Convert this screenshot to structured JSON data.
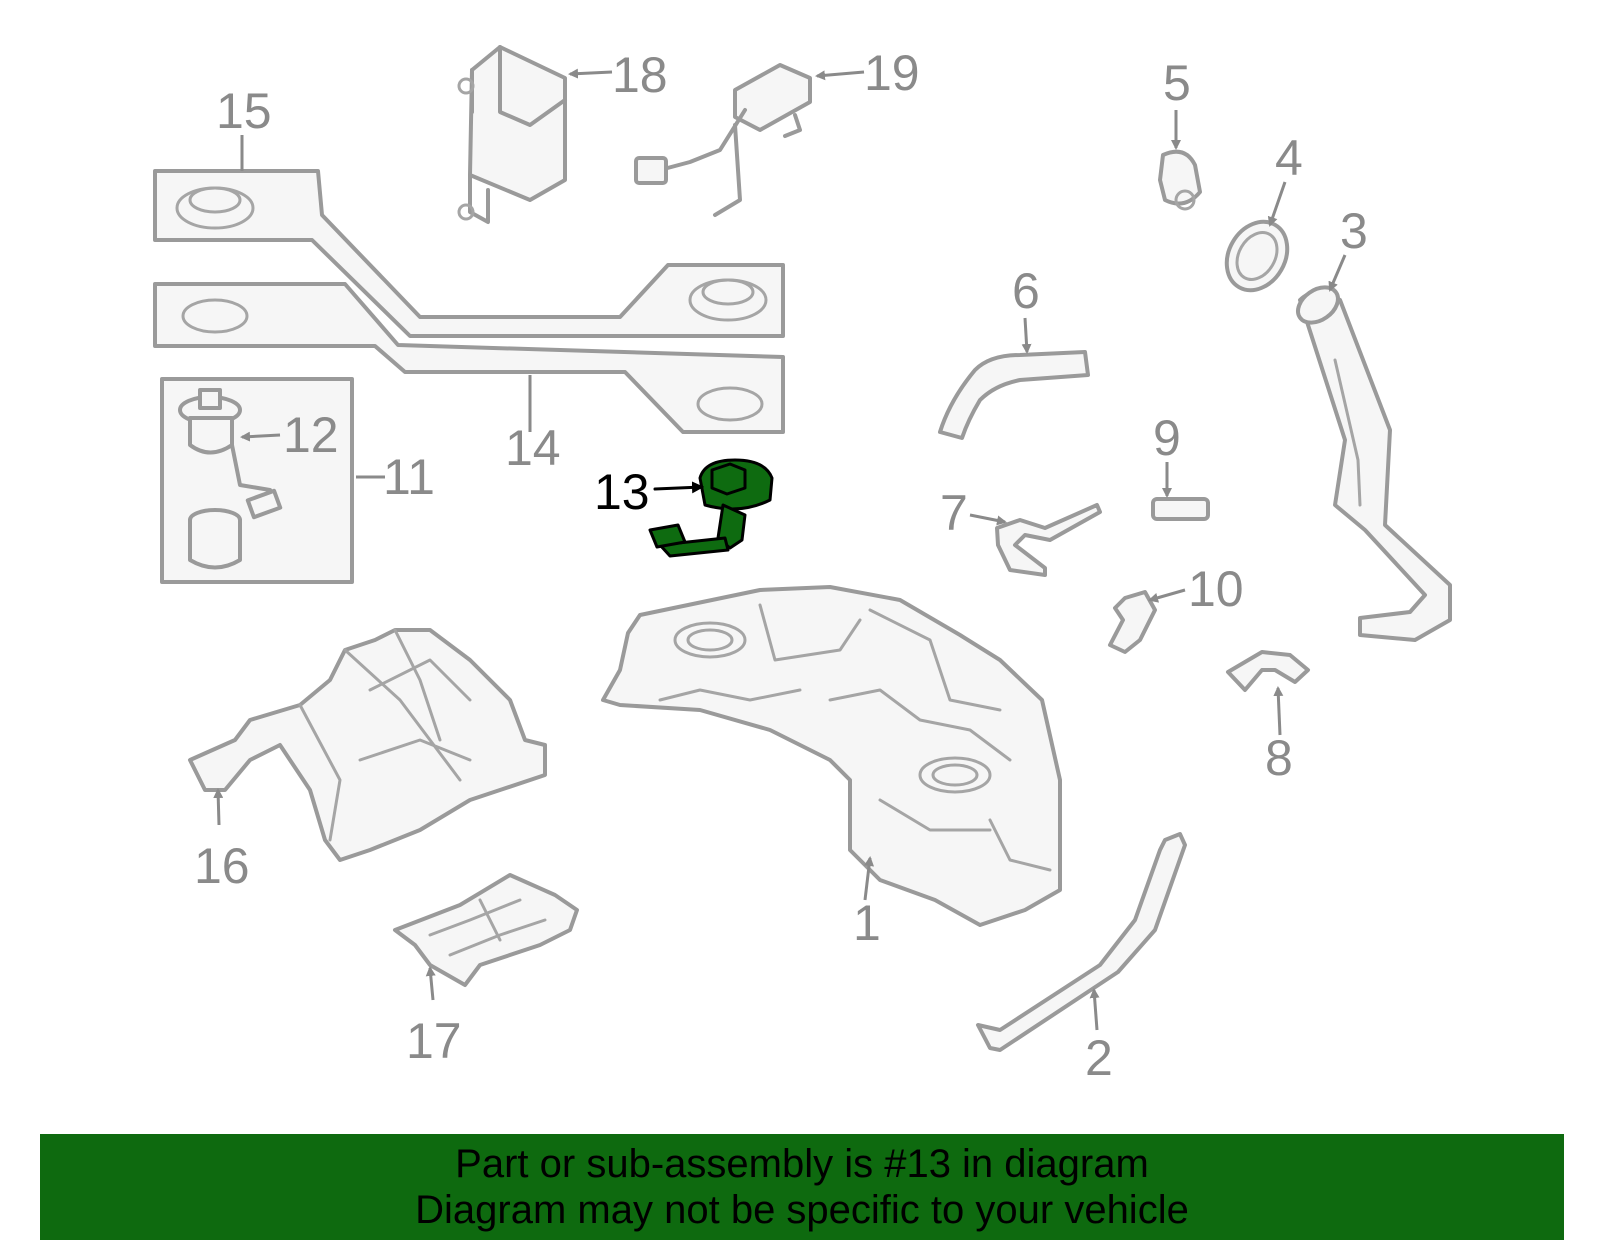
{
  "callouts": {
    "n1": "1",
    "n2": "2",
    "n3": "3",
    "n4": "4",
    "n5": "5",
    "n6": "6",
    "n7": "7",
    "n8": "8",
    "n9": "9",
    "n10": "10",
    "n11": "11",
    "n12": "12",
    "n13": "13",
    "n14": "14",
    "n15": "15",
    "n16": "16",
    "n17": "17",
    "n18": "18",
    "n19": "19"
  },
  "highlight": {
    "callout": "13",
    "color": "#0e6b10"
  },
  "banner": {
    "line1": "Part or sub-assembly is #13 in diagram",
    "line2": "Diagram may not be specific to your vehicle",
    "background": "#0e6a0f"
  }
}
